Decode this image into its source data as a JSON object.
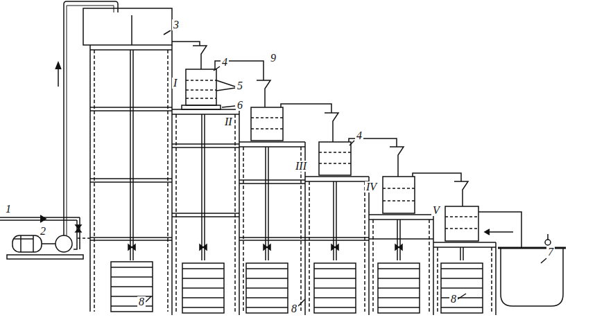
{
  "diagram": {
    "labels": [
      "3",
      "4",
      "9",
      "I",
      "5",
      "6",
      "II",
      "4",
      "III",
      "IV",
      "V",
      "1",
      "2",
      "7",
      "8",
      "8",
      "8"
    ]
  }
}
